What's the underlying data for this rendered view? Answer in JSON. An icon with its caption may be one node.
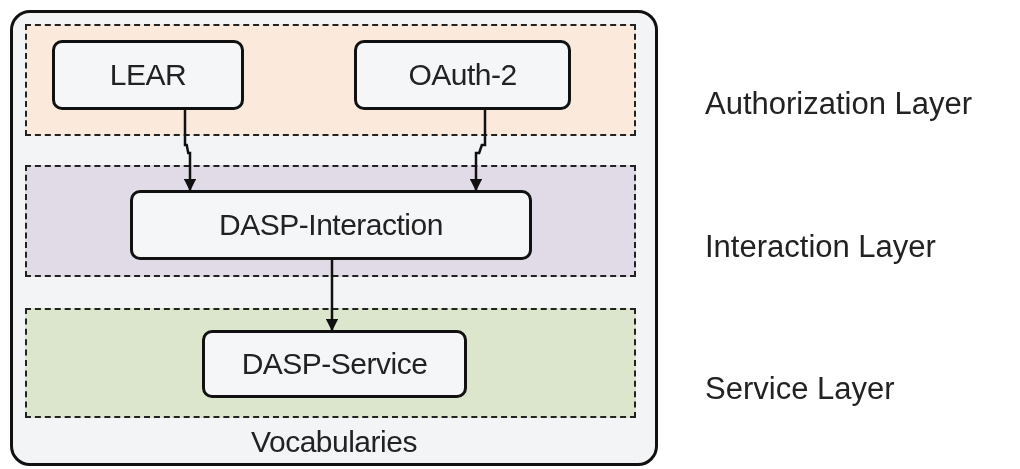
{
  "diagram": {
    "nodes": [
      {
        "text": [
          "Vocabularies"
        ]
      },
      {
        "text": [],
        "shape": "box",
        "in": 0
      },
      {
        "text": [
          "LEAR"
        ],
        "in": 1
      },
      {
        "text": [
          "OAuth-2"
        ],
        "in": 1
      },
      {
        "text": [],
        "shape": "box",
        "in": 0
      },
      {
        "text": [
          "DASP-Interaction"
        ],
        "in": 4
      },
      {
        "text": [],
        "shape": "box",
        "in": 0
      },
      {
        "text": [
          "DASP-Service"
        ],
        "in": 6
      }
    ],
    "edges": [
      {
        "from": 2,
        "to": 5,
        "arrow": "to"
      },
      {
        "from": 3,
        "to": 5,
        "arrow": "to"
      },
      {
        "from": 5,
        "to": 7,
        "arrow": "to"
      }
    ],
    "labels": [
      "Authorization Layer",
      "Interaction Layer",
      "Service Layer"
    ]
  }
}
